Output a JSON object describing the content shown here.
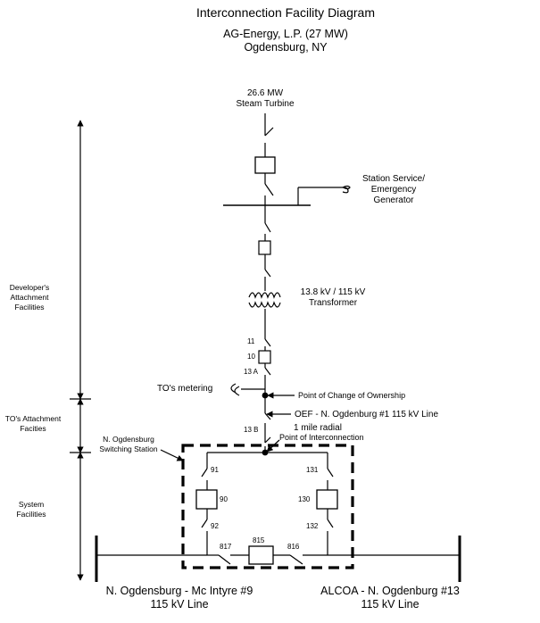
{
  "header": {
    "title": "Interconnection  Facility Diagram",
    "subtitle_line1": "AG-Energy, L.P. (27 MW)",
    "subtitle_line2": "Ogdensburg, NY"
  },
  "generator": {
    "line1": "26.6 MW",
    "line2": "Steam Turbine"
  },
  "station_service": {
    "line1": "Station Service/",
    "line2": "Emergency",
    "line3": "Generator"
  },
  "transformer": {
    "line1": "13.8 kV / 115 kV",
    "line2": "Transformer"
  },
  "switch_labels": {
    "s11": "11",
    "s10": "10",
    "s13a": "13 A",
    "s13b": "13 B",
    "s91": "91",
    "s90": "90",
    "s92": "92",
    "s131": "131",
    "s130": "130",
    "s132": "132",
    "s817": "817",
    "s815": "815",
    "s816": "816"
  },
  "metering": {
    "label": "TO's metering"
  },
  "ownership": {
    "label": "Point of Change of Ownership"
  },
  "oef_line": {
    "line1": "OEF - N. Ogdenburg #1 115 kV Line",
    "line2": "1 mile radial"
  },
  "poi": {
    "label": "Point of Interconnection"
  },
  "switching_station": {
    "line1": "N. Ogdensburg",
    "line2": "Switching Station"
  },
  "sections": {
    "developer": {
      "line1": "Developer's",
      "line2": "Attachment",
      "line3": "Facilities"
    },
    "to_attach": {
      "line1": "TO's Attachment",
      "line2": "Facities"
    },
    "system": {
      "line1": "System",
      "line2": "Facilities"
    }
  },
  "lines": {
    "left": {
      "line1": "N. Ogdensburg - Mc Intyre #9",
      "line2": "115 kV  Line"
    },
    "right": {
      "line1": "ALCOA - N. Ogdenburg #13",
      "line2": "115 kV  Line"
    }
  }
}
